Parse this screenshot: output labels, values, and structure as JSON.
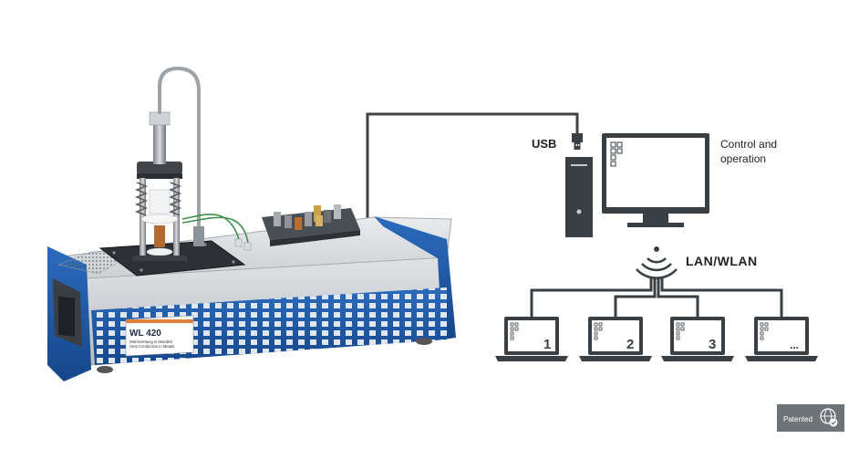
{
  "device": {
    "model": "WL 420",
    "label_line1": "Wärmeleitung in Metallen",
    "label_line2": "Heat Conduction in Metals"
  },
  "connections": {
    "usb_label": "USB",
    "control_label_line1": "Control and",
    "control_label_line2": "operation",
    "network_label": "LAN/WLAN"
  },
  "clients": [
    {
      "number": "1"
    },
    {
      "number": "2"
    },
    {
      "number": "3"
    },
    {
      "number": "..."
    }
  ],
  "badge": {
    "label": "Patented"
  },
  "colors": {
    "cable": "#3f4347",
    "blue_panel": "#1f5aa6",
    "device_gray": "#d6d9dc",
    "dark": "#33383d"
  }
}
